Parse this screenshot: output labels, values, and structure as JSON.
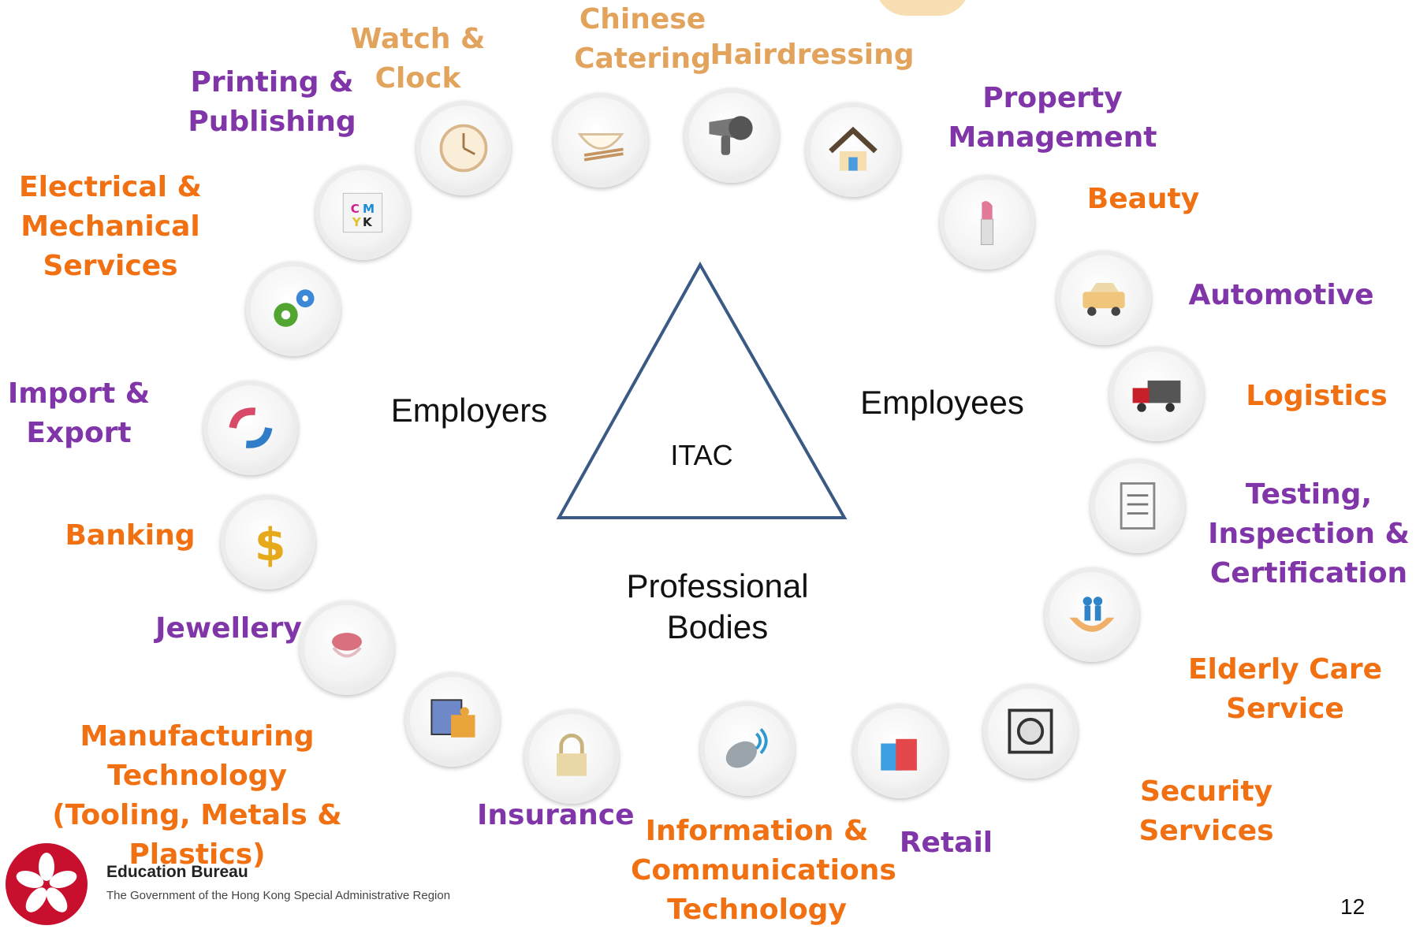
{
  "center": {
    "label": "ITAC",
    "employers": "Employers",
    "employees": "Employees",
    "professional_bodies": "Professional\nBodies"
  },
  "industries": [
    {
      "label": "Chinese\nCatering"
    },
    {
      "label": "Watch &\nClock"
    },
    {
      "label": "Hairdressing"
    },
    {
      "label": "Printing &\nPublishing"
    },
    {
      "label": "Property\nManagement"
    },
    {
      "label": "Electrical &\nMechanical\nServices"
    },
    {
      "label": "Beauty"
    },
    {
      "label": "Automotive"
    },
    {
      "label": "Import &\nExport"
    },
    {
      "label": "Logistics"
    },
    {
      "label": "Testing,\nInspection &\nCertification"
    },
    {
      "label": "Banking"
    },
    {
      "label": "Jewellery"
    },
    {
      "label": "Elderly Care\nService"
    },
    {
      "label": "Manufacturing Technology\n(Tooling, Metals & Plastics)"
    },
    {
      "label": "Security Services"
    },
    {
      "label": "Insurance"
    },
    {
      "label": "Information &\nCommunications\nTechnology"
    },
    {
      "label": "Retail"
    }
  ],
  "footer": {
    "title": "Education Bureau",
    "subtitle": "The Government of the Hong Kong Special Administrative Region",
    "page_number": "12"
  }
}
